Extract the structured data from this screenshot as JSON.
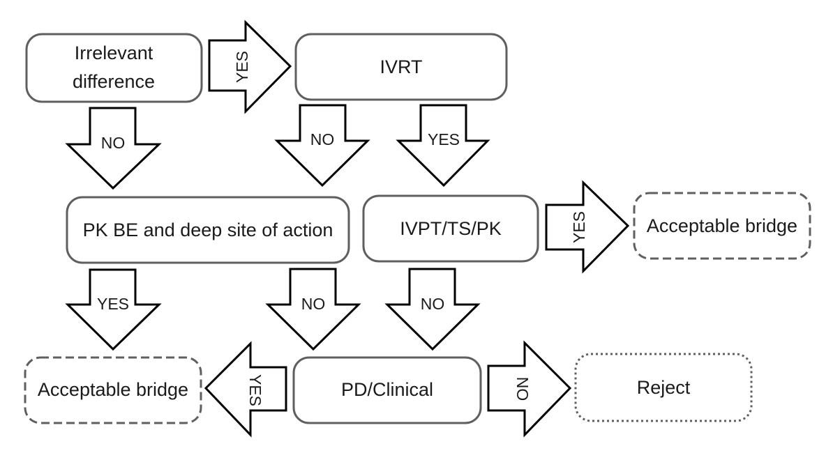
{
  "nodes": {
    "irrelevant_difference": {
      "line1": "Irrelevant",
      "line2": "difference"
    },
    "ivrt": {
      "label": "IVRT"
    },
    "pk_be": {
      "label": "PK BE and deep site of action"
    },
    "ivpt": {
      "label": "IVPT/TS/PK"
    },
    "acceptable_bridge_right": {
      "label": "Acceptable bridge"
    },
    "acceptable_bridge_left": {
      "label": "Acceptable bridge"
    },
    "pd_clinical": {
      "label": "PD/Clinical"
    },
    "reject": {
      "label": "Reject"
    }
  },
  "arrows": {
    "irrelevant_to_ivrt": "YES",
    "irrelevant_to_pkbe": "NO",
    "ivrt_to_pkbe": "NO",
    "ivrt_to_ivpt": "YES",
    "ivpt_to_bridge": "YES",
    "pkbe_to_bridge": "YES",
    "pkbe_to_pd": "NO",
    "ivpt_to_pd": "NO",
    "pd_to_bridge": "YES",
    "pd_to_reject": "NO"
  }
}
